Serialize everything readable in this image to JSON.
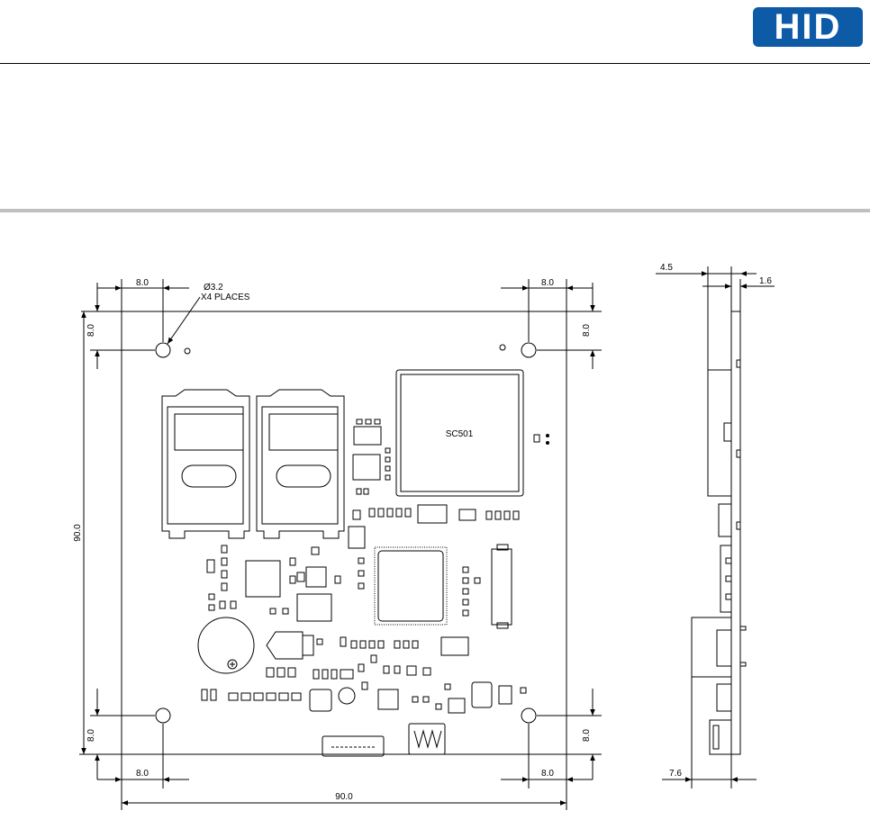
{
  "header": {
    "logo_text": "HID",
    "brand_color": "#0d5aa7"
  },
  "drawing": {
    "component_label": "SC501",
    "hole_note_line1": "Ø3.2",
    "hole_note_line2": "X4 PLACES",
    "dims": {
      "top_left": "8.0",
      "top_right": "8.0",
      "left_top": "8.0",
      "right_top": "8.0",
      "left_height": "90.0",
      "left_bottom": "8.0",
      "right_bottom": "8.0",
      "bottom_left": "8.0",
      "bottom_right": "8.0",
      "bottom_width": "90.0",
      "side_top_outer": "4.5",
      "side_top_inner": "1.6",
      "side_bottom": "7.6"
    }
  }
}
